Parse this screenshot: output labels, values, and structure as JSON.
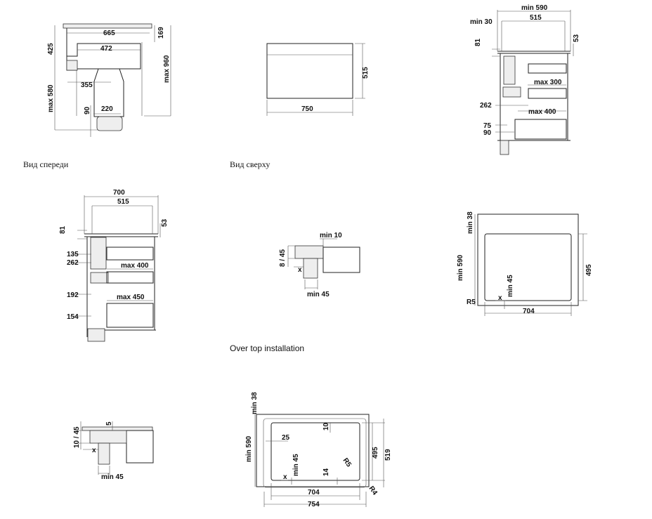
{
  "captions": {
    "front_view": "Вид спереди",
    "top_view": "Вид сверху",
    "over_top": "Over top installation"
  },
  "front": {
    "d665": "665",
    "d169": "169",
    "d472": "472",
    "d425": "425",
    "d960": "max 960",
    "d355": "355",
    "d580": "max 580",
    "d90": "90",
    "d220": "220"
  },
  "top": {
    "d515": "515",
    "d750": "750"
  },
  "side1": {
    "min590": "min 590",
    "min30": "min 30",
    "d515": "515",
    "d81": "81",
    "d53": "53",
    "max300": "max 300",
    "d262": "262",
    "max400": "max 400",
    "d75": "75",
    "d90": "90"
  },
  "side2": {
    "d700": "700",
    "d515": "515",
    "d81": "81",
    "d53": "53",
    "d135": "135",
    "d262": "262",
    "max400": "max 400",
    "d192": "192",
    "max450": "max 450",
    "d154": "154"
  },
  "detail1": {
    "min10": "min 10",
    "d845": "8 / 45",
    "x": "x",
    "min45": "min 45"
  },
  "cutout1": {
    "min38": "min 38",
    "min590": "min 590",
    "d495": "495",
    "r5": "R5",
    "x": "x",
    "min45": "min 45",
    "d704": "704"
  },
  "detail2": {
    "d1045": "10 / 45",
    "d5": "5",
    "x": "x",
    "min45": "min 45"
  },
  "cutout2": {
    "min38": "min 38",
    "min590": "min 590",
    "d10": "10",
    "d25": "25",
    "d495": "495",
    "d519": "519",
    "r5": "R5",
    "x": "x",
    "min45": "min 45",
    "d14": "14",
    "r4": "R4",
    "d704": "704",
    "d754": "754"
  }
}
